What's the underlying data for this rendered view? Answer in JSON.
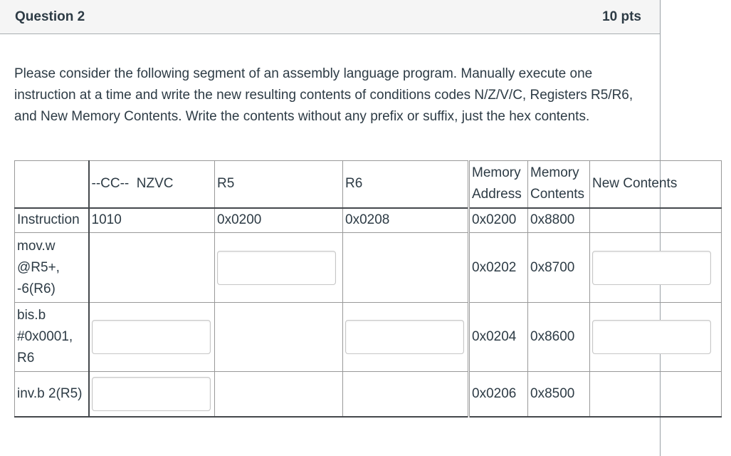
{
  "colors": {
    "text": "#2D3B45",
    "header_bg": "#F5F5F5",
    "table_border_light": "#999999",
    "table_border_dark": "#44484c",
    "input_border": "#c6c6c6"
  },
  "header": {
    "title": "Question 2",
    "points": "10 pts"
  },
  "prompt": "Please consider the following segment of an assembly language program. Manually execute one instruction at a time and write the new resulting contents of conditions codes N/Z/V/C, Registers R5/R6, and New Memory Contents. Write the contents without any prefix or suffix, just the hex contents.",
  "table": {
    "headers": {
      "instruction": "",
      "cc": "--CC--  NZVC",
      "r5": "R5",
      "r6": "R6",
      "addr": "Memory Address",
      "mem": "Memory Contents",
      "new_contents": "New Contents"
    },
    "rows": [
      {
        "label": "Instruction",
        "cc": "1010",
        "r5": "0x0200",
        "r6": "0x0208",
        "addr": "0x0200",
        "mem": "0x8800",
        "new_contents": ""
      },
      {
        "label": "mov.w @R5+, -6(R6)",
        "cc": "",
        "r5": "",
        "r6": "",
        "addr": "0x0202",
        "mem": "0x8700",
        "new_contents": ""
      },
      {
        "label": "bis.b #0x0001, R6",
        "cc": "",
        "r5": "",
        "r6": "",
        "addr": "0x0204",
        "mem": "0x8600",
        "new_contents": ""
      },
      {
        "label": "inv.b 2(R5)",
        "cc": "",
        "r5": "",
        "r6": "",
        "addr": "0x0206",
        "mem": "0x8500",
        "new_contents": ""
      }
    ]
  }
}
